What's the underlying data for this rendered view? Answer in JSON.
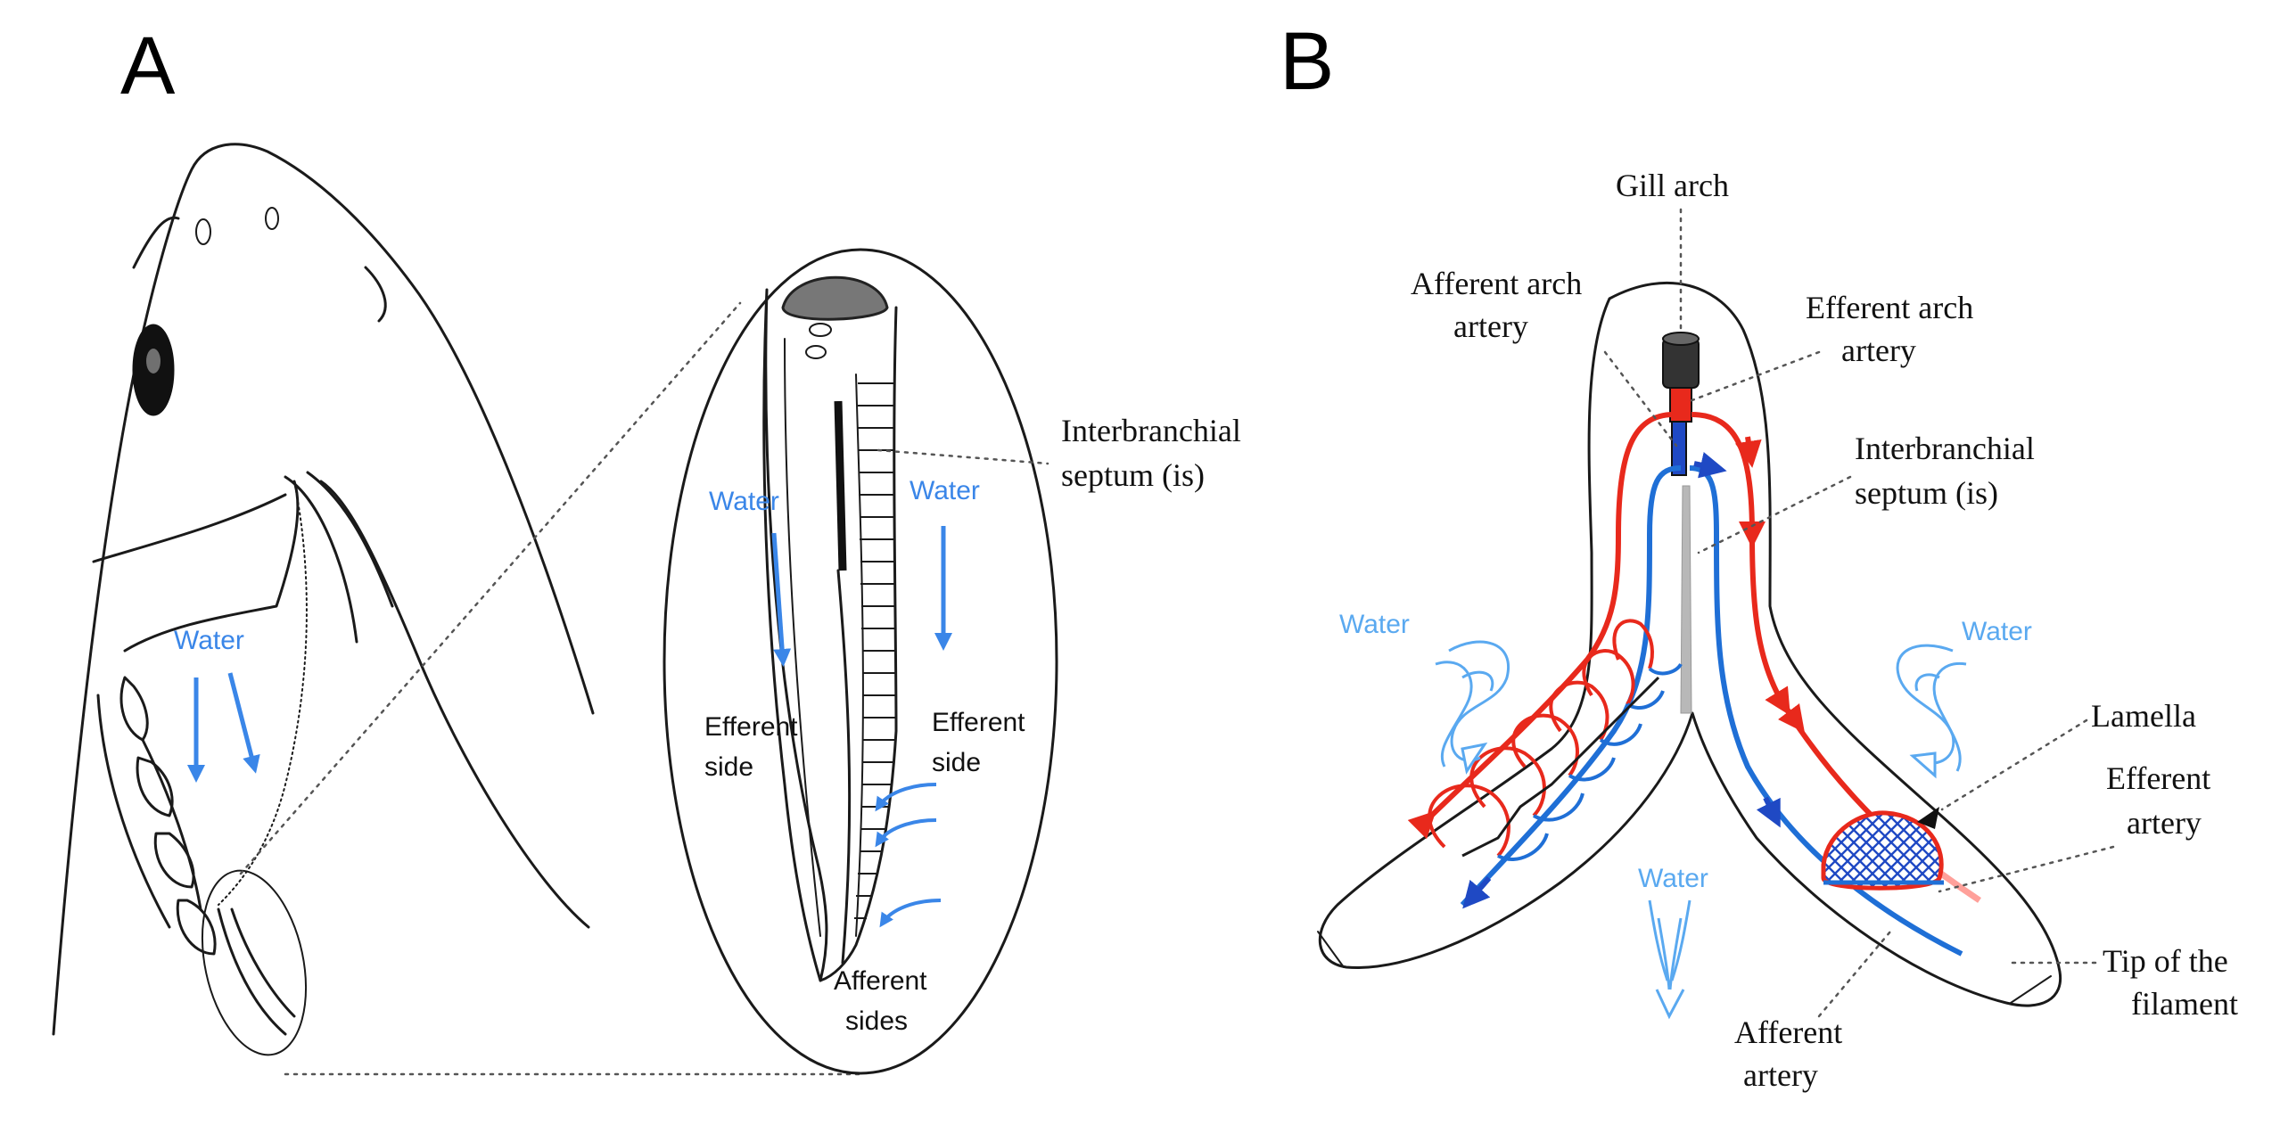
{
  "colors": {
    "water": "#3a86e8",
    "water_light": "#5aa9f0",
    "efferent_blood": "#e8291c",
    "afferent_blood": "#1f6fd6",
    "septum": "#b8b8b8",
    "outline": "#1a1a1a"
  },
  "panel_a": {
    "letter": "A",
    "water_label_head": "Water",
    "water_label_left": "Water",
    "water_label_right": "Water",
    "interbranchial_line1": "Interbranchial",
    "interbranchial_line2": "septum (is)",
    "efferent_left_line1": "Efferent",
    "efferent_left_line2": "side",
    "efferent_right_line1": "Efferent",
    "efferent_right_line2": "side",
    "afferent_line1": "Afferent",
    "afferent_line2": "sides"
  },
  "panel_b": {
    "letter": "B",
    "gill_arch": "Gill arch",
    "afferent_arch_line1": "Afferent arch",
    "afferent_arch_line2": "artery",
    "efferent_arch_line1": "Efferent arch",
    "efferent_arch_line2": "artery",
    "interbranchial_line1": "Interbranchial",
    "interbranchial_line2": "septum (is)",
    "water_left": "Water",
    "water_right": "Water",
    "water_bottom": "Water",
    "lamella": "Lamella",
    "efferent_artery_line1": "Efferent",
    "efferent_artery_line2": "artery",
    "tip_line1": "Tip of the",
    "tip_line2": "filament",
    "afferent_artery_line1": "Afferent",
    "afferent_artery_line2": "artery"
  }
}
